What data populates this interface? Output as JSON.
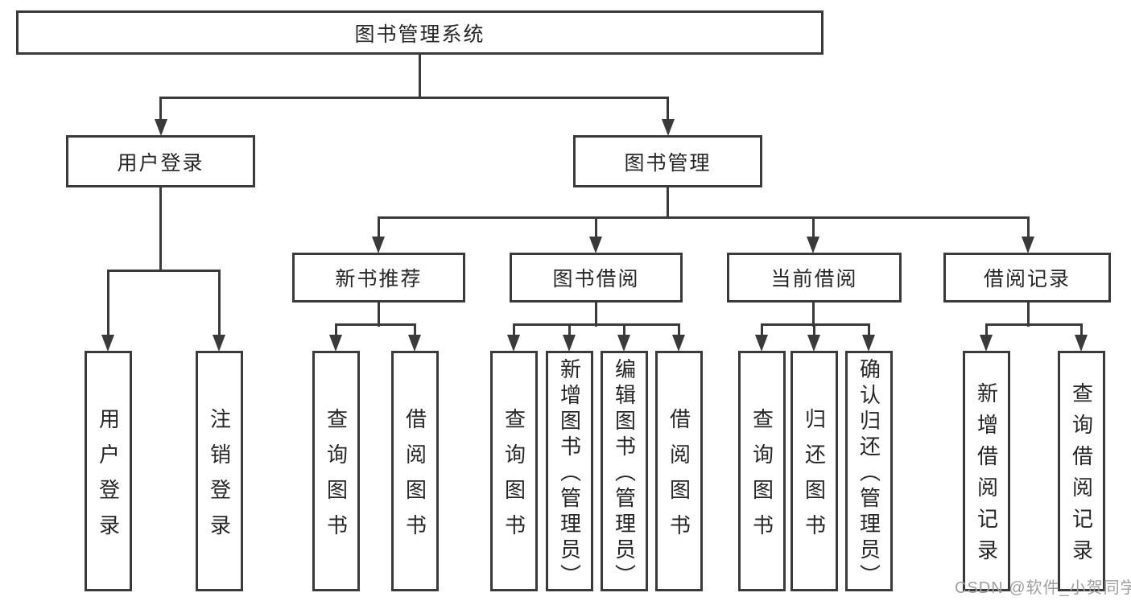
{
  "diagram": {
    "type": "hierarchy-tree",
    "root_label": "图书管理系统",
    "level2": [
      {
        "label": "用户登录"
      },
      {
        "label": "图书管理"
      }
    ],
    "level3": [
      {
        "label": "新书推荐"
      },
      {
        "label": "图书借阅"
      },
      {
        "label": "当前借阅"
      },
      {
        "label": "借阅记录"
      }
    ],
    "leaves": {
      "user_login": [
        "用户登录",
        "注销登录"
      ],
      "new_book_recommend": [
        "查询图书",
        "借阅图书"
      ],
      "book_borrow": [
        "查询图书",
        "新增图书（管理员）",
        "编辑图书（管理员）",
        "借阅图书"
      ],
      "current_borrow": [
        "查询图书",
        "归还图书",
        "确认归还（管理员）"
      ],
      "borrow_record": [
        "新增借阅记录",
        "查询借阅记录"
      ]
    },
    "watermark": "CSDN @软件_小贺同学",
    "colors": {
      "line": "#3a3a3a",
      "text": "#262626",
      "watermark": "#9e9e9e",
      "background": "#ffffff"
    }
  }
}
